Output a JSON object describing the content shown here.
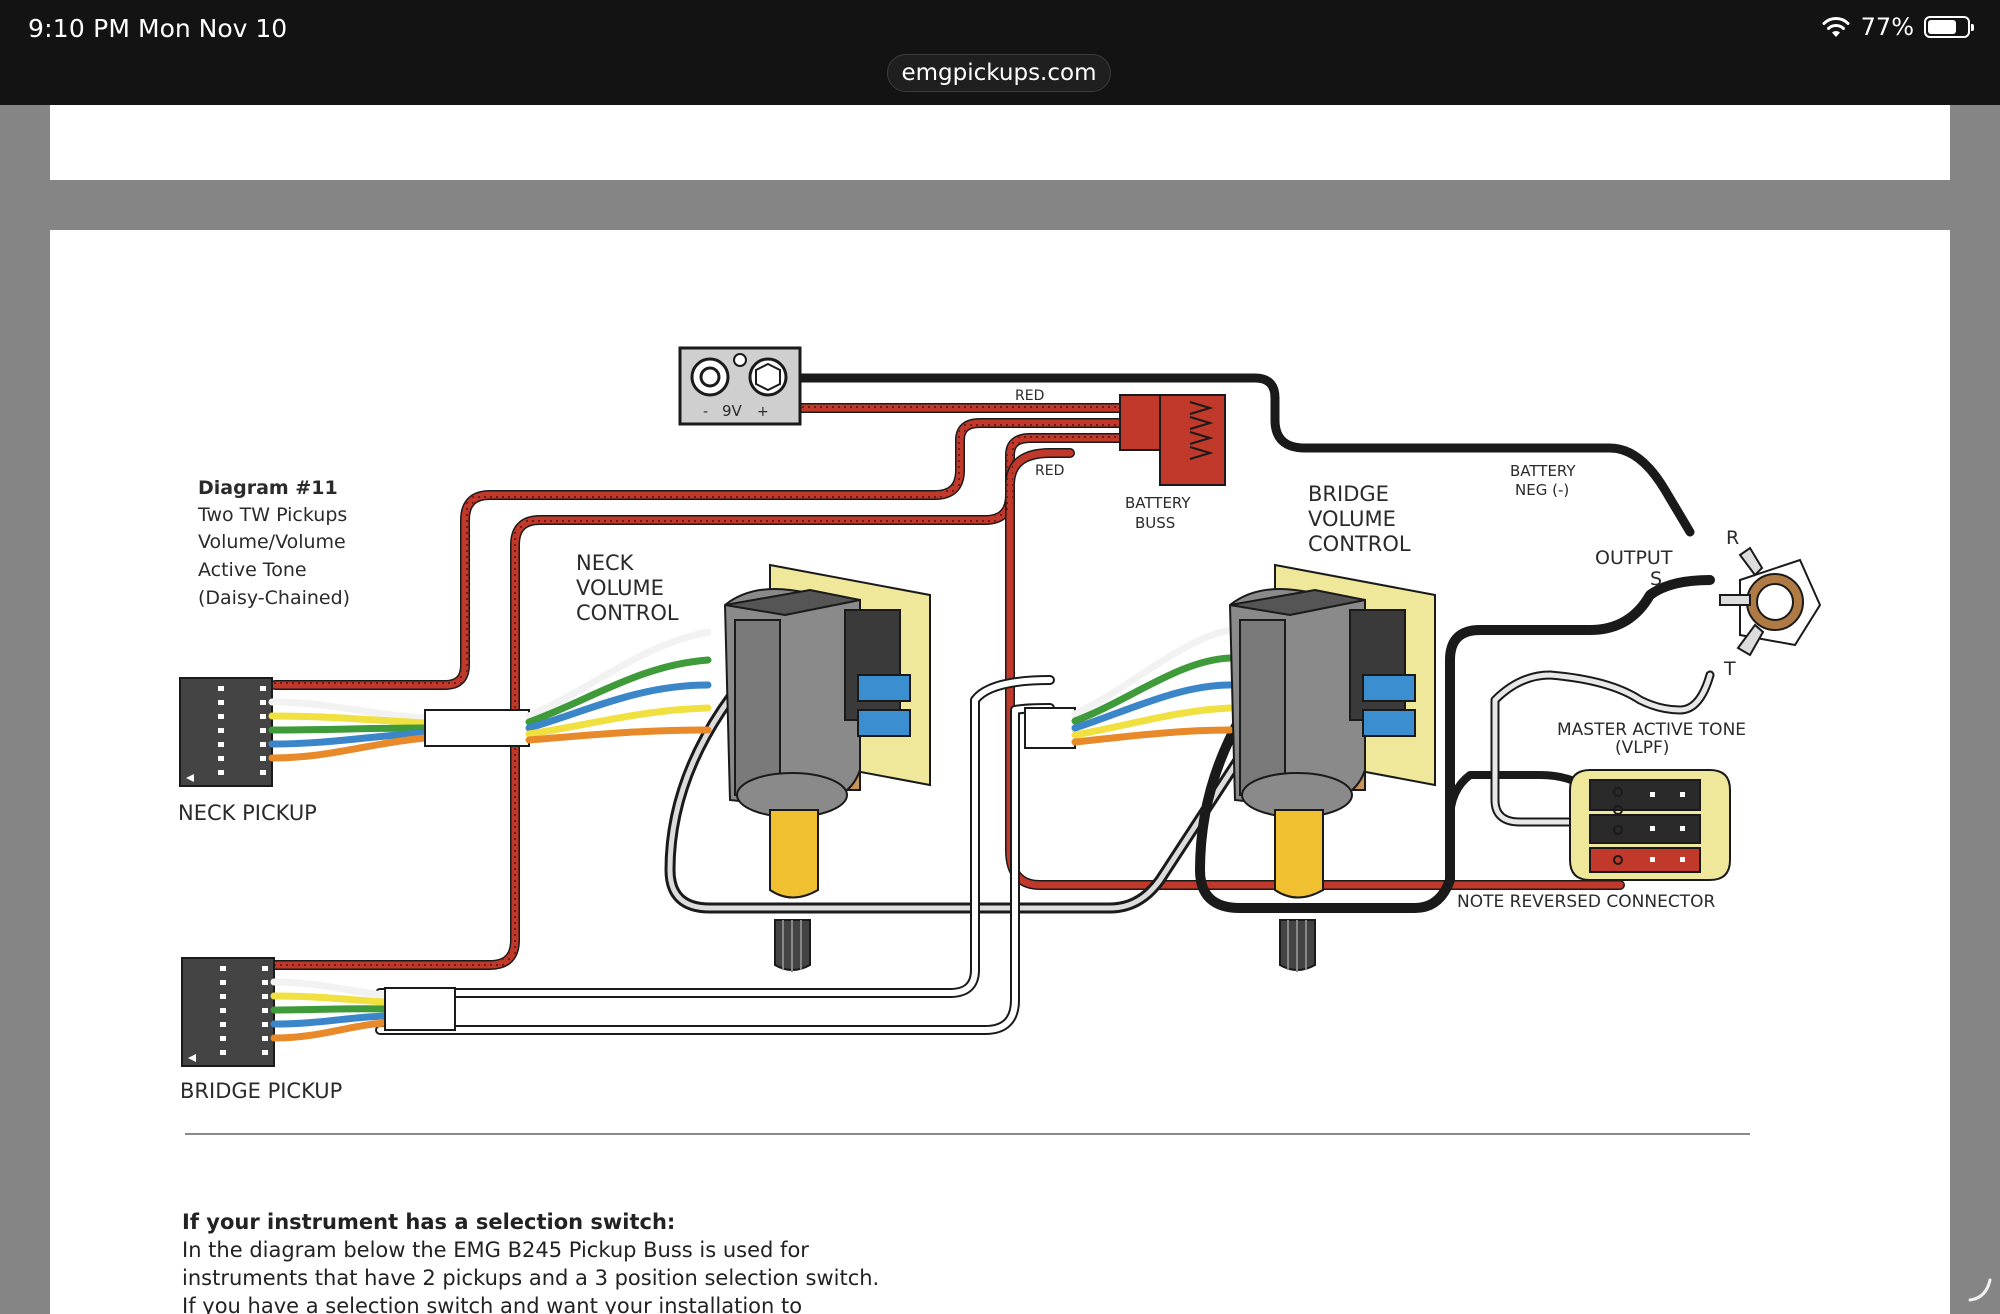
{
  "status_bar": {
    "time": "9:10 PM",
    "date": "Mon Nov 10",
    "battery": "77%",
    "battery_level": 0.77,
    "icons": [
      "wifi-icon",
      "battery-icon"
    ]
  },
  "browser": {
    "url": "emgpickups.com"
  },
  "diagram": {
    "title": "Diagram #11",
    "description": [
      "Two TW Pickups",
      "Volume/Volume",
      "Active Tone",
      "(Daisy-Chained)"
    ],
    "neck_pickup": "NECK PICKUP",
    "bridge_pickup": "BRIDGE PICKUP",
    "neck_volume": [
      "NECK",
      "VOLUME",
      "CONTROL"
    ],
    "bridge_volume": [
      "BRIDGE",
      "VOLUME",
      "CONTROL"
    ],
    "battery_minus": "-",
    "battery_voltage": "9V",
    "battery_plus": "+",
    "red_top": "RED",
    "red_bottom": "RED",
    "battery_buss": [
      "BATTERY",
      "BUSS"
    ],
    "battery_neg": [
      "BATTERY",
      "NEG (-)"
    ],
    "output": "OUTPUT",
    "jack_r": "R",
    "jack_s": "S",
    "jack_t": "T",
    "master_tone": [
      "MASTER ACTIVE TONE",
      "(VLPF)"
    ],
    "reversed_connector": "NOTE REVERSED CONNECTOR"
  },
  "selection_switch": {
    "heading": "If your instrument has a selection switch:",
    "lines": [
      "In the diagram below the EMG B245 Pickup Buss is used for",
      "instruments that have 2 pickups and a 3 position selection switch.",
      "If you have a selection switch and want your installation to"
    ]
  },
  "colors": {
    "red_wire": "#c0392b",
    "black_wire": "#1a1a1a",
    "blue_pcb": "#3b8fd0",
    "yellow_board": "#efe79a",
    "pot_shaft": "#f0c030"
  }
}
